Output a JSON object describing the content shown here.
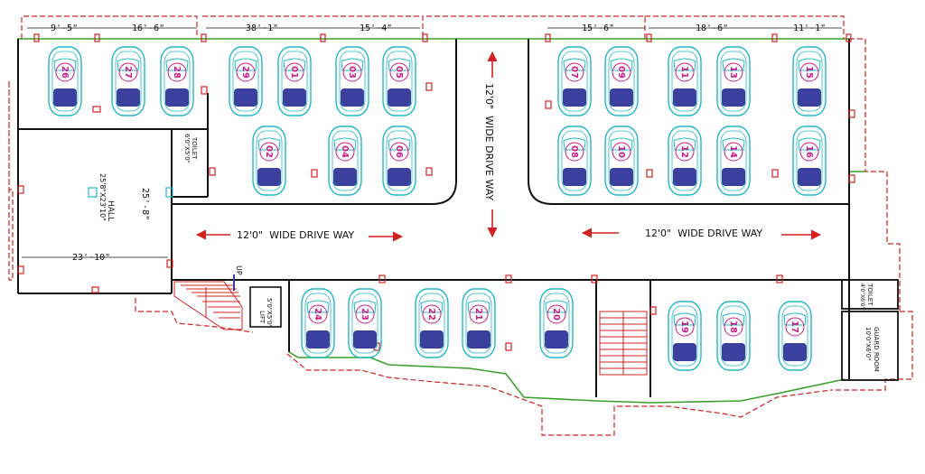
{
  "dimensions_top": [
    "9'-5\"",
    "16'-6\"",
    "38'-1\"",
    "15'-4\"",
    "15'-6\"",
    "18'-6\"",
    "11'-1\""
  ],
  "drive_way_horizontal_left": "12'0\"  WIDE DRIVE WAY",
  "drive_way_horizontal_right": "12'0\"  WIDE DRIVE WAY",
  "drive_way_vertical": "12'0\"  WIDE DRIVE WAY",
  "hall": {
    "name": "HALL",
    "size": "25'8\"X23'10\"",
    "dim_vertical": "25'-8\"",
    "dim_horizontal": "23'-10\""
  },
  "toilet_top": {
    "name": "TOILET",
    "size": "6'0\"X5'0\""
  },
  "toilet_right": {
    "name": "TOILET",
    "size": "4'0\"X6'0\""
  },
  "guard_room": {
    "name": "GUARD ROOM",
    "size": "10'0\"X6'0\""
  },
  "lift": {
    "name": "LIFT",
    "size": "5'0\"X5'0\""
  },
  "stair_label": "UP",
  "colors": {
    "car": "#21b8c8",
    "car_fill": "#3b3f9e",
    "number": "#cc1a8a",
    "wall": "#111111",
    "boundary": "#d42020",
    "setback": "#3aa02a"
  },
  "cars": [
    {
      "id": "car-top-1",
      "number": "26"
    },
    {
      "id": "car-top-2",
      "number": "27"
    },
    {
      "id": "car-top-3",
      "number": "28"
    },
    {
      "id": "car-top-4",
      "number": "29"
    },
    {
      "id": "car-top-5",
      "number": "01"
    },
    {
      "id": "car-top-6",
      "number": "03"
    },
    {
      "id": "car-top-7",
      "number": "05"
    },
    {
      "id": "car-top-8",
      "number": "07"
    },
    {
      "id": "car-top-9",
      "number": "09"
    },
    {
      "id": "car-top-10",
      "number": "11"
    },
    {
      "id": "car-top-11",
      "number": "13"
    },
    {
      "id": "car-top-12",
      "number": "15"
    },
    {
      "id": "car-mid-1",
      "number": "02"
    },
    {
      "id": "car-mid-2",
      "number": "04"
    },
    {
      "id": "car-mid-3",
      "number": "06"
    },
    {
      "id": "car-mid-4",
      "number": "08"
    },
    {
      "id": "car-mid-5",
      "number": "10"
    },
    {
      "id": "car-mid-6",
      "number": "12"
    },
    {
      "id": "car-mid-7",
      "number": "14"
    },
    {
      "id": "car-mid-8",
      "number": "16"
    },
    {
      "id": "car-bot-1",
      "number": "24"
    },
    {
      "id": "car-bot-2",
      "number": "23"
    },
    {
      "id": "car-bot-3",
      "number": "22"
    },
    {
      "id": "car-bot-4",
      "number": "21"
    },
    {
      "id": "car-bot-5",
      "number": "20"
    },
    {
      "id": "car-bot-6",
      "number": "19"
    },
    {
      "id": "car-bot-7",
      "number": "18"
    },
    {
      "id": "car-bot-8",
      "number": "17"
    }
  ]
}
